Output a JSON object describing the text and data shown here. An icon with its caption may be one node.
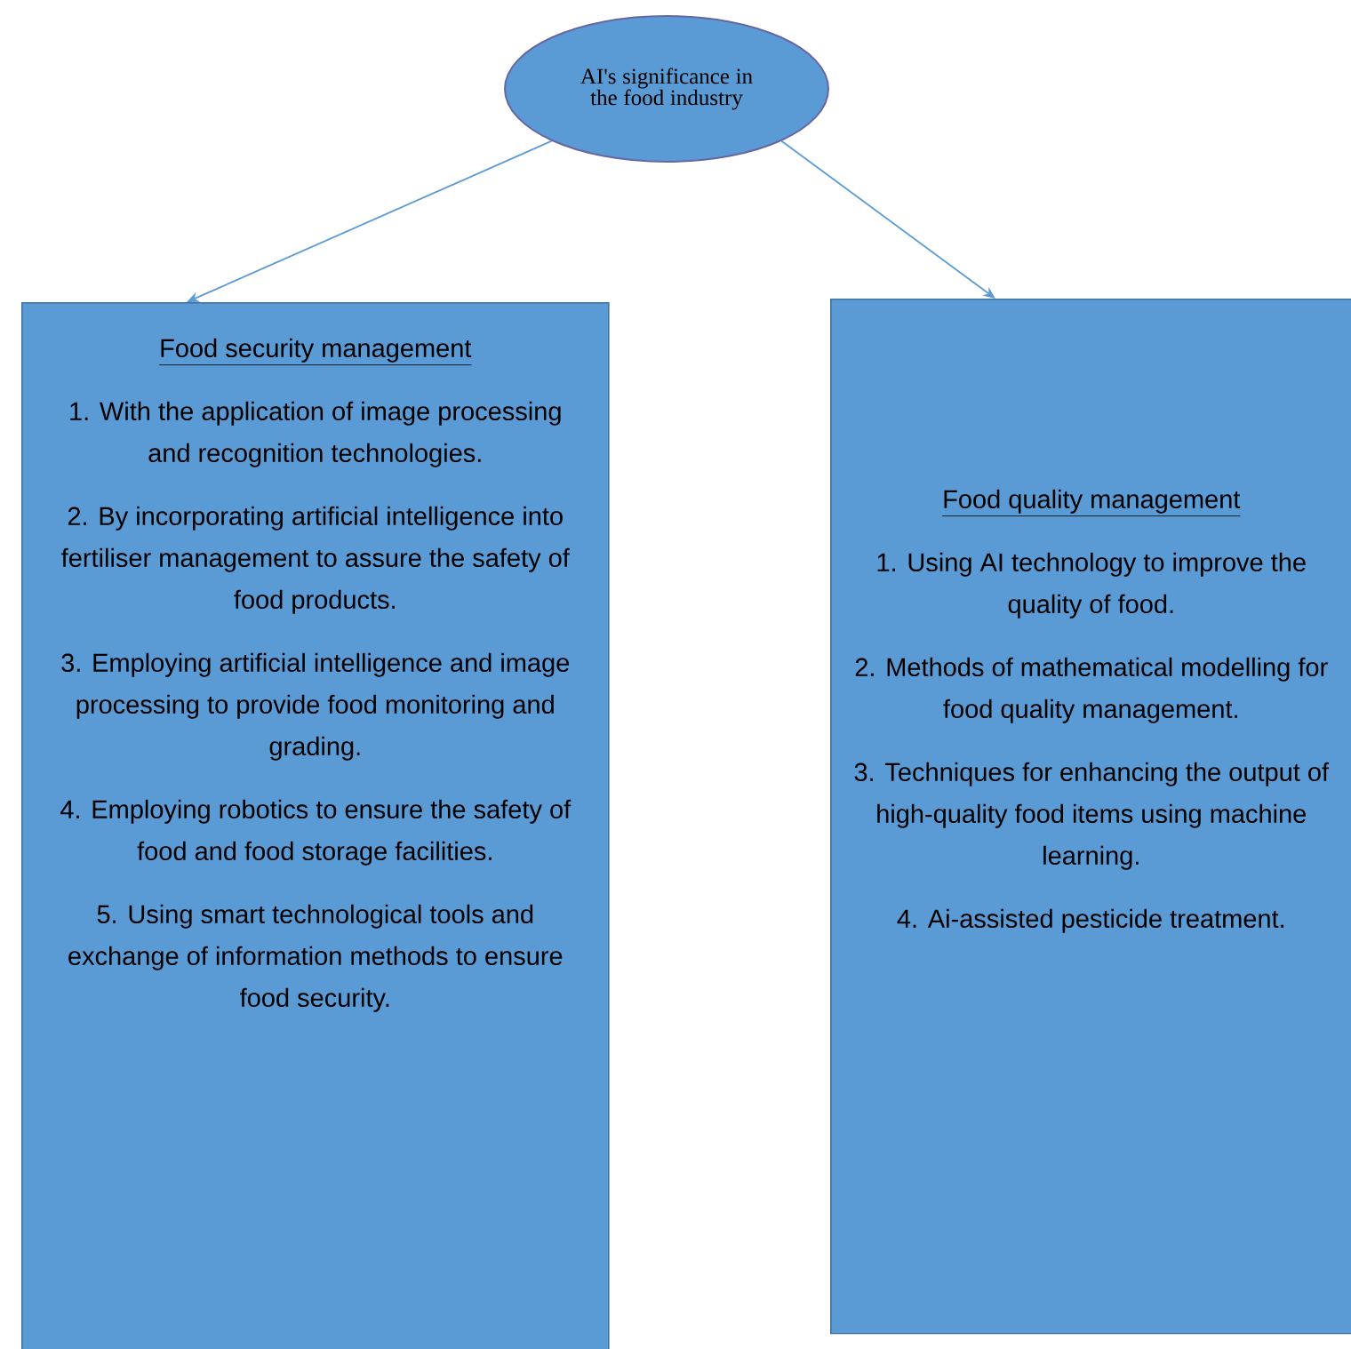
{
  "diagram": {
    "nodes": [
      {
        "text": [
          "AI's significance in the food industry"
        ]
      },
      {
        "text": [
          "Food security management",
          "1. With the application of image processing and recognition technologies.",
          "2. By incorporating artificial intelligence into fertiliser management to assure the safety of food products.",
          "3. Employing artificial intelligence and image processing to provide food monitoring and grading.",
          "4. Employing robotics to ensure the safety of food and food storage facilities.",
          "5. Using smart technological tools and exchange of information methods to ensure food security."
        ]
      },
      {
        "text": [
          "Food quality management",
          "1. Using AI technology to improve the quality of food.",
          "2. Methods of mathematical modelling for food quality management.",
          "3. Techniques for enhancing the output of high-quality food items using machine learning.",
          "4. Ai-assisted pesticide treatment."
        ]
      }
    ],
    "edges": [
      {
        "from": 0,
        "to": 1,
        "arrow": "to"
      },
      {
        "from": 0,
        "to": 2,
        "arrow": "to"
      }
    ]
  }
}
